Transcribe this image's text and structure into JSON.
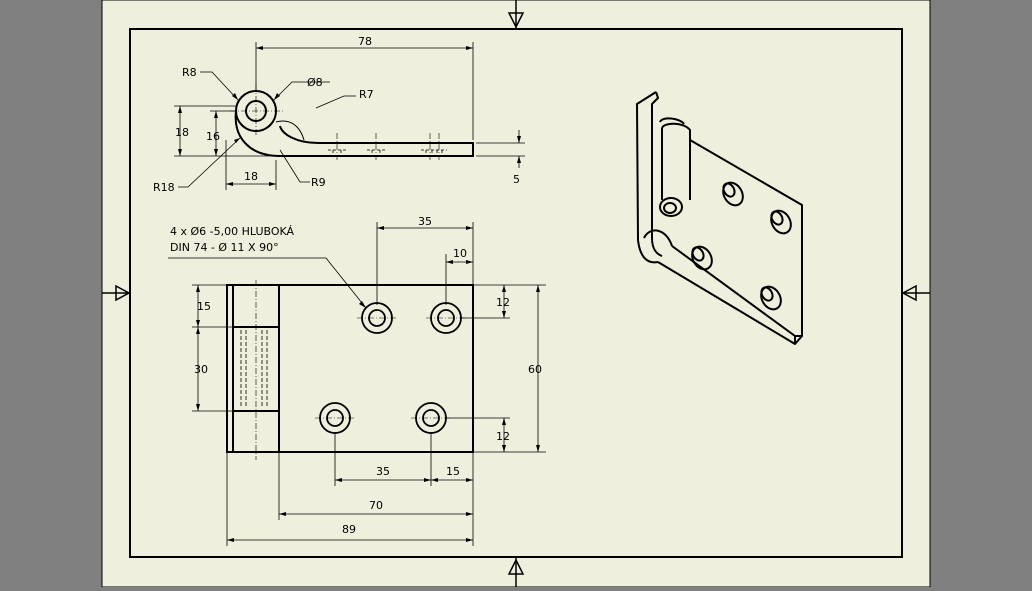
{
  "colors": {
    "workspace": "#808080",
    "sheet": "#efefdd",
    "ink": "#000000"
  },
  "top_view": {
    "dims": {
      "d78": "78",
      "r8": "R8",
      "dia8": "Ø8",
      "r7": "R7",
      "d18_height": "18",
      "d16": "16",
      "d18_width": "18",
      "r18": "R18",
      "r9": "R9",
      "d5": "5"
    }
  },
  "front_view": {
    "note_line1": "4 x Ø6 -5,00 HLUBOKÁ",
    "note_line2": "DIN 74 - Ø 11 X 90°",
    "dims": {
      "d35_top": "35",
      "d10": "10",
      "d15_left": "15",
      "d30": "30",
      "d12_top": "12",
      "d60": "60",
      "d12_bottom": "12",
      "d35_bottom": "35",
      "d15_bottom": "15",
      "d70": "70",
      "d89": "89"
    }
  }
}
